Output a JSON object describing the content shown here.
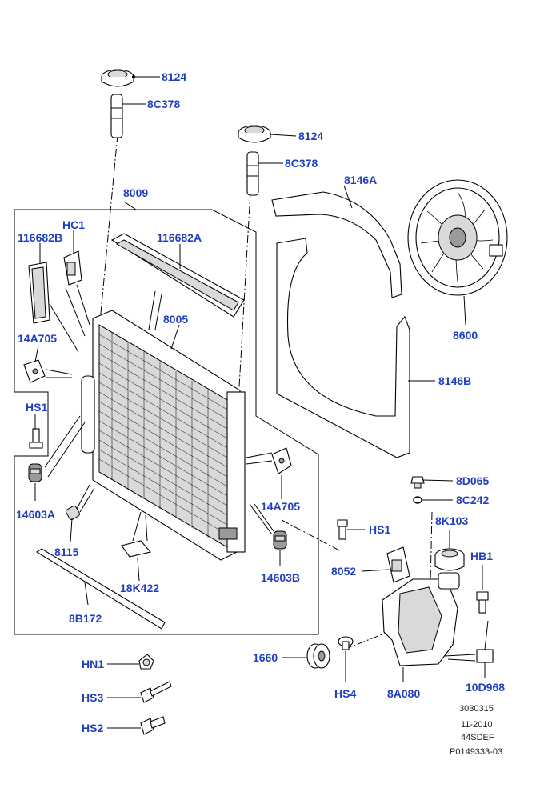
{
  "labels": {
    "cap_top": "8124",
    "pin_top": "8C378",
    "cap_mid": "8124",
    "pin_mid": "8C378",
    "radiator_assy": "8009",
    "shroud_upper": "8146A",
    "hc1": "HC1",
    "seal_left": "116682B",
    "seal_top": "116682A",
    "radiator": "8005",
    "fan": "8600",
    "bracket_left": "14A705",
    "shroud_lower": "8146B",
    "hs1_left": "HS1",
    "bracket_right": "14A705",
    "mount_left": "14603A",
    "drain_plug": "8115",
    "clip_bottom": "18K422",
    "seal_bottom": "8B172",
    "mount_right": "14603B",
    "hs1_right": "HS1",
    "bleed_screw": "8D065",
    "oring": "8C242",
    "filler_cap": "8K103",
    "hb1": "HB1",
    "tank_bracket": "8052",
    "pulley": "1660",
    "expansion_tank": "8A080",
    "hs4": "HS4",
    "sensor": "10D968",
    "hn1": "HN1",
    "hs3": "HS3",
    "hs2": "HS2"
  },
  "footer": {
    "code": "3030315",
    "date": "11-2010",
    "ref": "44SDEF",
    "illustration": "P0149333-03"
  },
  "colors": {
    "label": "#1f3fbf",
    "line": "#000000"
  }
}
